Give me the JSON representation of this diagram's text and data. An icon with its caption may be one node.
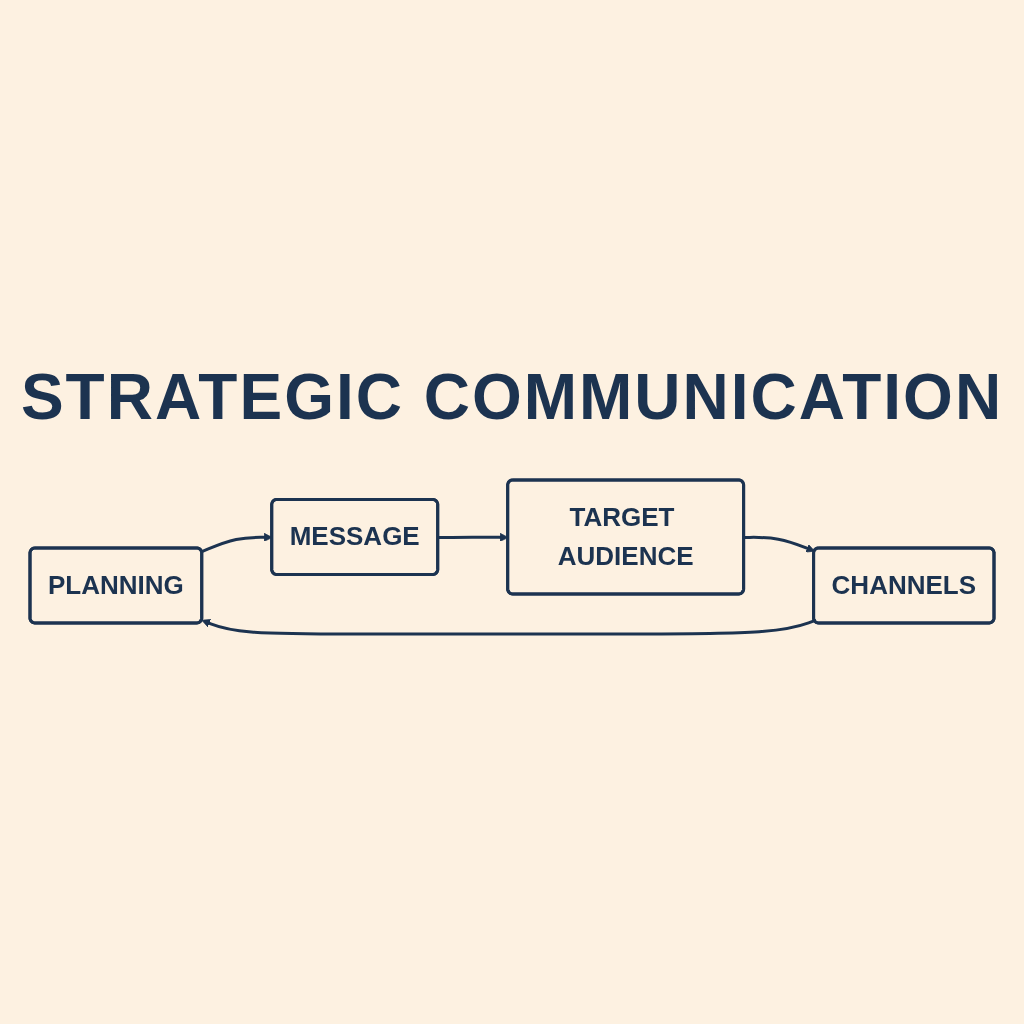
{
  "diagram": {
    "title": "STRATEGIC COMMUNICATION",
    "nodes": [
      {
        "text": [
          "PLANNING"
        ]
      },
      {
        "text": [
          "MESSAGE"
        ]
      },
      {
        "text": [
          "TARGET AUDIENCE"
        ]
      },
      {
        "text": [
          "CHANNELS"
        ]
      }
    ],
    "edges": [
      {
        "from": 0,
        "to": 1,
        "arrow": "to"
      },
      {
        "from": 1,
        "to": 2,
        "arrow": "to"
      },
      {
        "from": 2,
        "to": 3,
        "arrow": "to"
      },
      {
        "from": 3,
        "to": 0,
        "arrow": "to"
      }
    ]
  }
}
